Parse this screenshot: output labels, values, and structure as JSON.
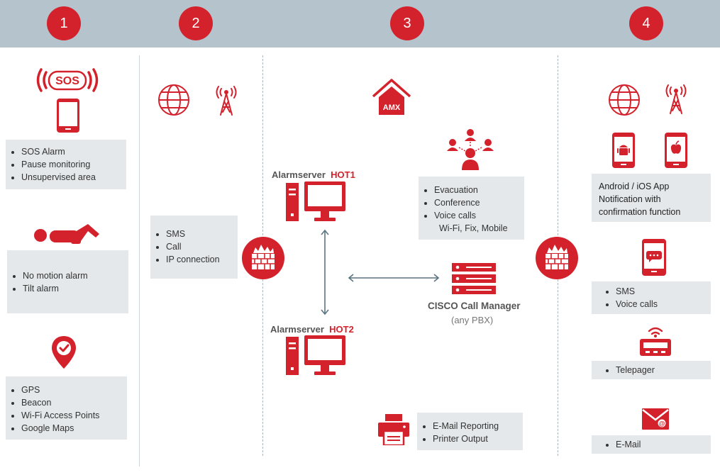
{
  "steps": [
    "1",
    "2",
    "3",
    "4"
  ],
  "col1": {
    "box1": [
      "SOS Alarm",
      "Pause monitoring",
      "Unsupervised area"
    ],
    "box2": [
      "No motion alarm",
      "Tilt alarm"
    ],
    "box3": [
      "GPS",
      "Beacon",
      "Wi-Fi Access Points",
      "Google Maps"
    ],
    "sos_text": "SOS"
  },
  "col2": {
    "box": [
      "SMS",
      "Call",
      "IP connection"
    ]
  },
  "col3": {
    "amx_text": "AMX",
    "server1": {
      "name": "Alarmserver",
      "tag": "HOT1"
    },
    "server2": {
      "name": "Alarmserver",
      "tag": "HOT2"
    },
    "conference_box": [
      "Evacuation",
      "Conference",
      "Voice calls"
    ],
    "conference_box_cont": "Wi-Fi, Fix, Mobile",
    "cisco_title": "CISCO Call Manager",
    "cisco_sub": "(any PBX)",
    "printer_box": [
      "E-Mail Reporting",
      "Printer Output"
    ]
  },
  "col4": {
    "app_text": [
      "Android / iOS App",
      "Notification with",
      "confirmation function"
    ],
    "sms_box": [
      "SMS",
      "Voice calls"
    ],
    "pager_box": [
      "Telepager"
    ],
    "email_box": [
      "E-Mail"
    ]
  },
  "colors": {
    "accent": "#d3222c",
    "bar": "#b5c3cc",
    "box": "#e4e8eb",
    "arrow": "#5a7480"
  }
}
